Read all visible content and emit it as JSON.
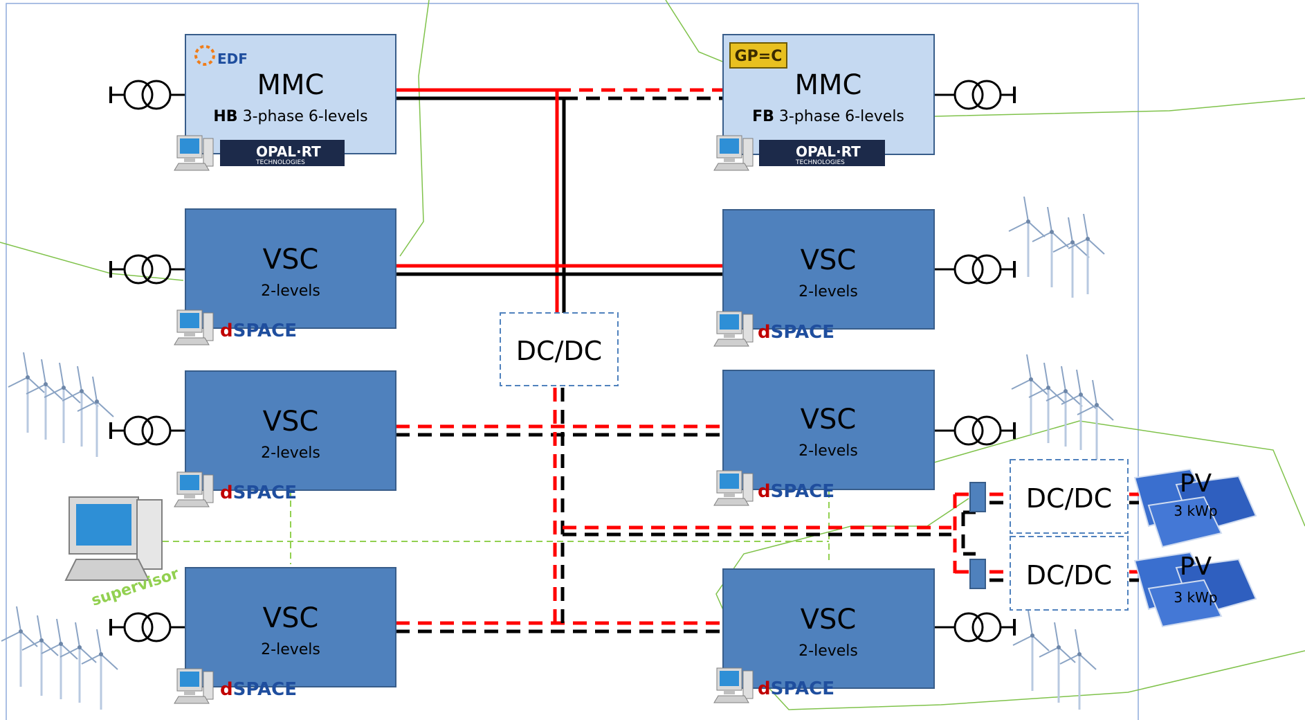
{
  "colors": {
    "mmc_fill": "#c5d9f1",
    "vsc_fill": "#4f81bd",
    "box_border": "#385d8a",
    "positive_line": "#ff0000",
    "negative_line": "#000000",
    "comm_line": "#92d050",
    "region_line": "#7fc24a",
    "dcdc_border": "#4f81bd"
  },
  "converters": {
    "mmc_left": {
      "title": "MMC",
      "prefix": "HB",
      "subtitle": " 3-phase 6-levels",
      "vendor": "OPAL·RT",
      "vendor_sub": "TECHNOLOGIES",
      "brand": "EDF"
    },
    "mmc_right": {
      "title": "MMC",
      "prefix": "FB",
      "subtitle": " 3-phase 6-levels",
      "vendor": "OPAL·RT",
      "vendor_sub": "TECHNOLOGIES",
      "brand": "GP=C"
    },
    "vsc_l1": {
      "title": "VSC",
      "subtitle": "2-levels",
      "controller_d": "d",
      "controller_rest": "SPACE"
    },
    "vsc_l2": {
      "title": "VSC",
      "subtitle": "2-levels",
      "controller_d": "d",
      "controller_rest": "SPACE"
    },
    "vsc_l3": {
      "title": "VSC",
      "subtitle": "2-levels",
      "controller_d": "d",
      "controller_rest": "SPACE"
    },
    "vsc_r1": {
      "title": "VSC",
      "subtitle": "2-levels",
      "controller_d": "d",
      "controller_rest": "SPACE"
    },
    "vsc_r2": {
      "title": "VSC",
      "subtitle": "2-levels",
      "controller_d": "d",
      "controller_rest": "SPACE"
    },
    "vsc_r3": {
      "title": "VSC",
      "subtitle": "2-levels",
      "controller_d": "d",
      "controller_rest": "SPACE"
    }
  },
  "dcdc_center": {
    "label": "DC/DC"
  },
  "dcdc_pv1": {
    "label": "DC/DC"
  },
  "dcdc_pv2": {
    "label": "DC/DC"
  },
  "pv1": {
    "label": "PV",
    "rating": "3 kWp"
  },
  "pv2": {
    "label": "PV",
    "rating": "3 kWp"
  },
  "supervisor": {
    "label": "supervisor"
  },
  "icons": [
    "transformer-icon",
    "wind-turbine-icon",
    "computer-icon",
    "solar-panel-icon",
    "battery-icon"
  ]
}
